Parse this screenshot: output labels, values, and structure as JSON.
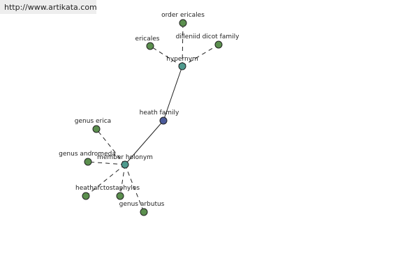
{
  "header": {
    "url": "http://www.artikata.com"
  },
  "colors": {
    "leaf_node": "#5b8f4e",
    "hub_node": "#4f9a8e",
    "center_node": "#4b5a9a",
    "edge": "#222222",
    "url_bg": "#eeeeee"
  },
  "graph": {
    "nodes": [
      {
        "id": "order-ericales",
        "label": "order ericales",
        "kind": "leaf"
      },
      {
        "id": "ericales",
        "label": "ericales",
        "kind": "leaf"
      },
      {
        "id": "dilleniid-dicot-family",
        "label": "dilleniid dicot family",
        "kind": "leaf"
      },
      {
        "id": "hypernym",
        "label": "hypernym",
        "kind": "hub"
      },
      {
        "id": "heath-family",
        "label": "heath family",
        "kind": "center"
      },
      {
        "id": "genus-erica",
        "label": "genus erica",
        "kind": "leaf"
      },
      {
        "id": "genus-andromeda",
        "label": "genus andromeda",
        "kind": "leaf"
      },
      {
        "id": "member-holonym",
        "label": "member holonym",
        "kind": "hub"
      },
      {
        "id": "heath",
        "label": "heath",
        "kind": "leaf"
      },
      {
        "id": "arctostaphylos",
        "label": "arctostaphylos",
        "kind": "leaf"
      },
      {
        "id": "genus-arbutus",
        "label": "genus arbutus",
        "kind": "leaf"
      }
    ],
    "edges": [
      {
        "from": "hypernym",
        "to": "heath-family",
        "style": "solid"
      },
      {
        "from": "heath-family",
        "to": "member-holonym",
        "style": "solid"
      },
      {
        "from": "hypernym",
        "to": "order-ericales",
        "style": "dashed"
      },
      {
        "from": "hypernym",
        "to": "ericales",
        "style": "dashed"
      },
      {
        "from": "hypernym",
        "to": "dilleniid-dicot-family",
        "style": "dashed"
      },
      {
        "from": "member-holonym",
        "to": "genus-erica",
        "style": "dashed"
      },
      {
        "from": "member-holonym",
        "to": "genus-andromeda",
        "style": "dashed"
      },
      {
        "from": "member-holonym",
        "to": "heath",
        "style": "dashed"
      },
      {
        "from": "member-holonym",
        "to": "arctostaphylos",
        "style": "dashed"
      },
      {
        "from": "member-holonym",
        "to": "genus-arbutus",
        "style": "dashed"
      }
    ]
  }
}
